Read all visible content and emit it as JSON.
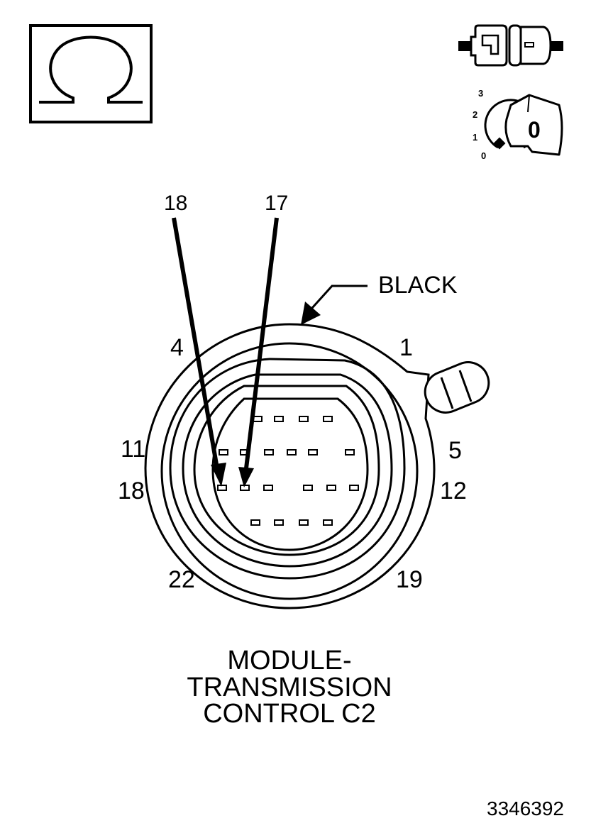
{
  "meter": {
    "symbol": "Ω",
    "icon": "ohmmeter-icon"
  },
  "connector_icon": "disconnected-connector-icon",
  "ignition": {
    "icon": "ignition-key-icon",
    "positions": [
      "3",
      "2",
      "1",
      "0"
    ],
    "key_label": "0"
  },
  "probe_labels": [
    "18",
    "17"
  ],
  "color_label": "BLACK",
  "cavity_labels": {
    "top_left": "4",
    "top_right": "1",
    "left_upper": "11",
    "right_upper": "5",
    "left_lower": "18",
    "right_lower": "12",
    "bottom_left": "22",
    "bottom_right": "19"
  },
  "title_lines": [
    "MODULE-",
    "TRANSMISSION",
    "CONTROL C2"
  ],
  "figure_number": "3346392"
}
